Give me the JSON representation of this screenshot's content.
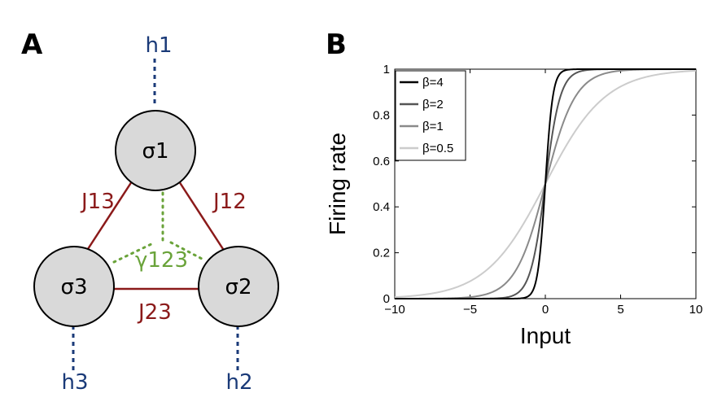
{
  "panel_a": {
    "letter": "A",
    "nodes": [
      {
        "label": "σ1",
        "input": "h1"
      },
      {
        "label": "σ2",
        "input": "h2"
      },
      {
        "label": "σ3",
        "input": "h3"
      }
    ],
    "couplings": {
      "j12": "J12",
      "j13": "J13",
      "j23": "J23"
    },
    "triplet": "γ123",
    "colors": {
      "node_fill": "#d9d9d9",
      "coupling": "#8b1a1a",
      "input": "#1a3a78",
      "triplet": "#6aa33a"
    }
  },
  "chart_data": {
    "type": "line",
    "panel_letter": "B",
    "xlabel": "Input",
    "ylabel": "Firing rate",
    "xlim": [
      -10,
      10
    ],
    "ylim": [
      0,
      1
    ],
    "xticks": [
      "−10",
      "−5",
      "0",
      "5",
      "10"
    ],
    "yticks": [
      "0",
      "0.2",
      "0.4",
      "0.6",
      "0.8",
      "1"
    ],
    "legend_position": "top-left",
    "function": "1 / (1 + exp(-beta * x))",
    "series": [
      {
        "name": "β=4",
        "beta": 4,
        "color": "#000000"
      },
      {
        "name": "β=2",
        "beta": 2,
        "color": "#555555"
      },
      {
        "name": "β=1",
        "beta": 1,
        "color": "#8a8a8a"
      },
      {
        "name": "β=0.5",
        "beta": 0.5,
        "color": "#cccccc"
      }
    ]
  }
}
